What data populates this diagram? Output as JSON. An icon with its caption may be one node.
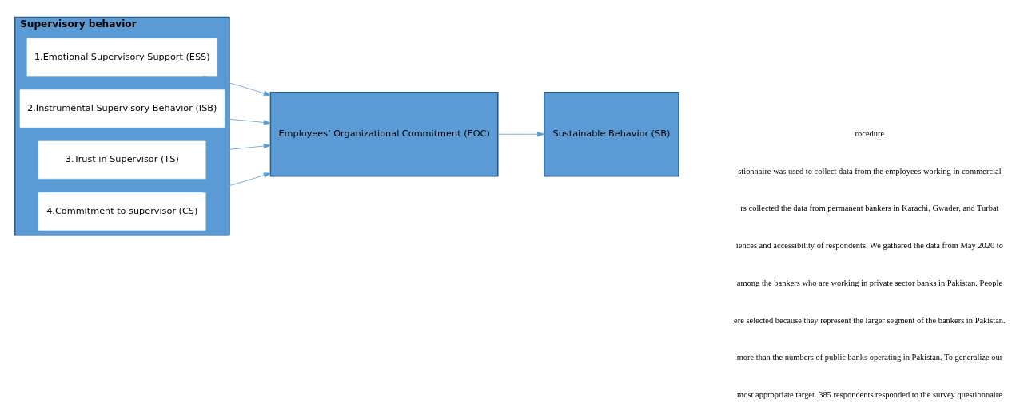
{
  "diagram": {
    "nodes": [
      {
        "text": [
          "Supervisory behavior"
        ]
      },
      {
        "text": [
          "1.Emotional Supervisory Support (ESS)"
        ],
        "in": 0
      },
      {
        "text": [
          "2.Instrumental Supervisory Behavior (ISB)"
        ],
        "in": 0
      },
      {
        "text": [
          "3.Trust in Supervisor (TS)"
        ],
        "in": 0
      },
      {
        "text": [
          "4.Commitment to supervisor (CS)"
        ],
        "in": 0
      },
      {
        "text": [
          "Employees’ Organizational Commitment (EOC)"
        ]
      },
      {
        "text": [
          "Sustainable Behavior (SB)"
        ]
      }
    ],
    "edges": [
      {
        "from": 1,
        "to": 5,
        "arrow": "to"
      },
      {
        "from": 2,
        "to": 5,
        "arrow": "to"
      },
      {
        "from": 3,
        "to": 5,
        "arrow": "to"
      },
      {
        "from": 4,
        "to": 5,
        "arrow": "to"
      },
      {
        "from": 5,
        "to": 6,
        "arrow": "to"
      }
    ],
    "labels": [
      "rocedure",
      "stionnaire was used to collect data from the employees working in commercial",
      "rs collected the data from permanent bankers in Karachi, Gwader, and Turbat",
      "iences and accessibility of respondents. We gathered the data from May 2020 to",
      "among the bankers who are working in private sector banks in Pakistan. People",
      "ere selected because they represent the larger segment of the bankers in Pakistan.",
      "more than the numbers of public banks operating in Pakistan. To generalize our",
      "most appropriate target. 385 respondents responded to the survey questionnaire"
    ]
  }
}
